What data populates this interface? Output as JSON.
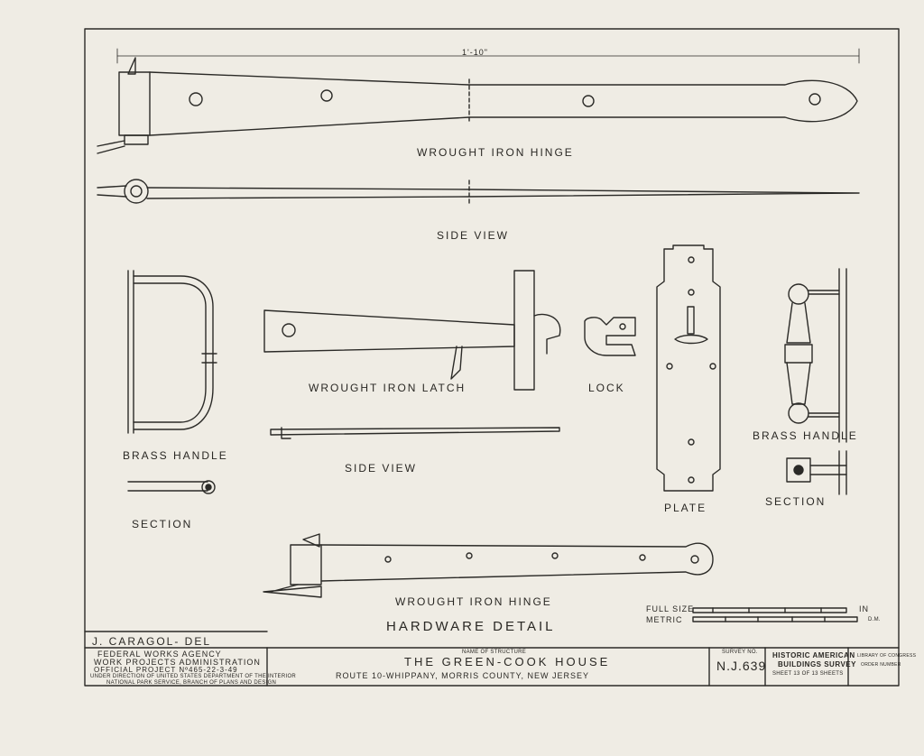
{
  "sheet": {
    "dimension": "1'-10\"",
    "labels": {
      "hinge_top": "WROUGHT IRON HINGE",
      "side_view_top": "SIDE VIEW",
      "brass_handle_left": "BRASS HANDLE",
      "section_left": "SECTION",
      "latch": "WROUGHT IRON LATCH",
      "side_view_latch": "SIDE VIEW",
      "lock": "LOCK",
      "plate": "PLATE",
      "brass_handle_right": "BRASS HANDLE",
      "section_right": "SECTION",
      "hinge_bottom": "WROUGHT IRON HINGE",
      "title": "HARDWARE DETAIL",
      "delineator": "J. CARAGOL- DEL"
    },
    "scale": {
      "full_size": "FULL SIZE",
      "metric": "METRIC",
      "unit_in": "IN",
      "unit_dm": "D.M."
    }
  },
  "title_block": {
    "agency_1": "FEDERAL WORKS AGENCY",
    "agency_2": "WORK PROJECTS ADMINISTRATION",
    "agency_3": "OFFICIAL PROJECT Nº465-22-3-49",
    "agency_4": "UNDER DIRECTION OF UNITED STATES DEPARTMENT OF THE INTERIOR",
    "agency_5": "NATIONAL PARK SERVICE, BRANCH OF PLANS AND DESIGN",
    "name_caption": "NAME OF STRUCTURE",
    "structure": "THE GREEN-COOK HOUSE",
    "location": "ROUTE 10-WHIPPANY, MORRIS COUNTY, NEW JERSEY",
    "survey_caption": "SURVEY NO.",
    "survey_no": "N.J.639",
    "habs_1": "HISTORIC AMERICAN",
    "habs_2": "BUILDINGS SURVEY",
    "sheet_of": "SHEET 13 OF 13 SHEETS",
    "stamp_1": "LIBRARY OF CONGRESS",
    "stamp_2": "ORDER NUMBER"
  }
}
